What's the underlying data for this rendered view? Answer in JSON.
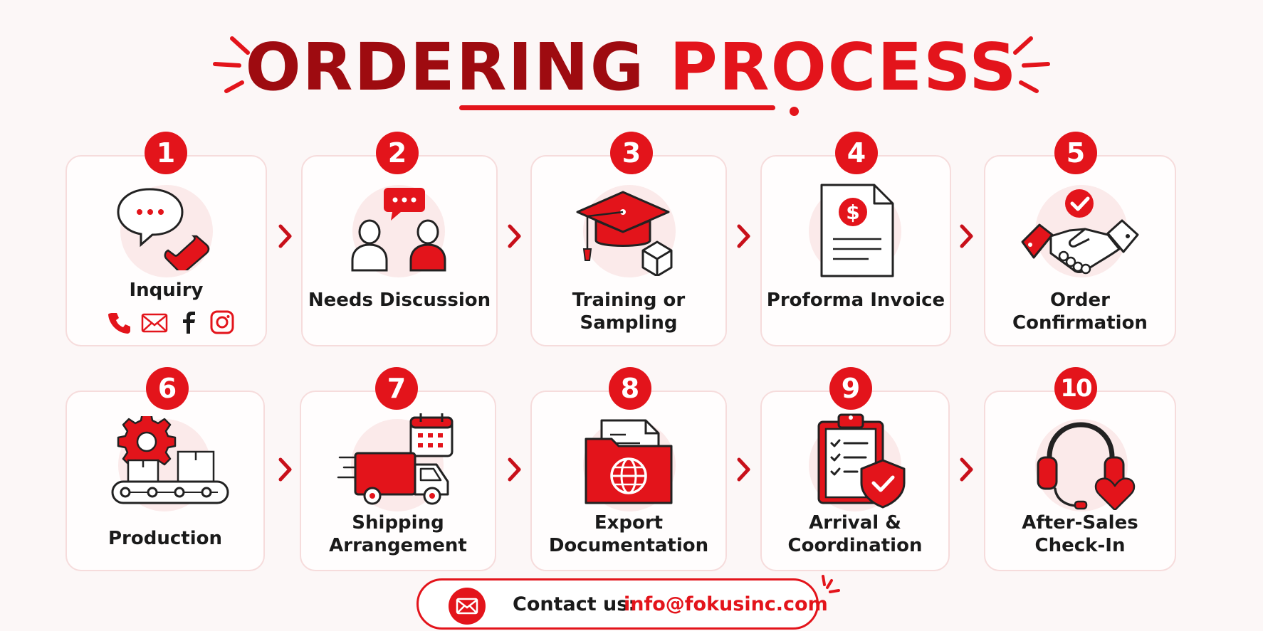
{
  "header": {
    "title_part1": "ORDERING",
    "title_part2": "PROCESS"
  },
  "steps": [
    {
      "number": "1",
      "label": "Inquiry"
    },
    {
      "number": "2",
      "label": "Needs Discussion"
    },
    {
      "number": "3",
      "label": "Training or Sampling"
    },
    {
      "number": "4",
      "label": "Proforma Invoice"
    },
    {
      "number": "5",
      "label": "Order Confirmation"
    },
    {
      "number": "6",
      "label": "Production"
    },
    {
      "number": "7",
      "label": "Shipping Arrangement"
    },
    {
      "number": "8",
      "label": "Export Documentation"
    },
    {
      "number": "9",
      "label": "Arrival & Coordination"
    },
    {
      "number": "10",
      "label": "After-Sales Check-In"
    }
  ],
  "contact": {
    "label": "Contact us:",
    "email": "info@fokusinc.com"
  },
  "colors": {
    "accent": "#e3141b",
    "dark_accent": "#9e0b10",
    "background": "#fcf7f7"
  },
  "icons": [
    "chat-phone-icon",
    "people-chat-icon",
    "graduation-cap-box-icon",
    "invoice-dollar-icon",
    "handshake-check-icon",
    "gear-conveyor-icon",
    "delivery-truck-calendar-icon",
    "globe-folder-icon",
    "clipboard-shield-icon",
    "headset-heart-icon",
    "phone-icon",
    "mail-icon",
    "facebook-icon",
    "instagram-icon"
  ]
}
